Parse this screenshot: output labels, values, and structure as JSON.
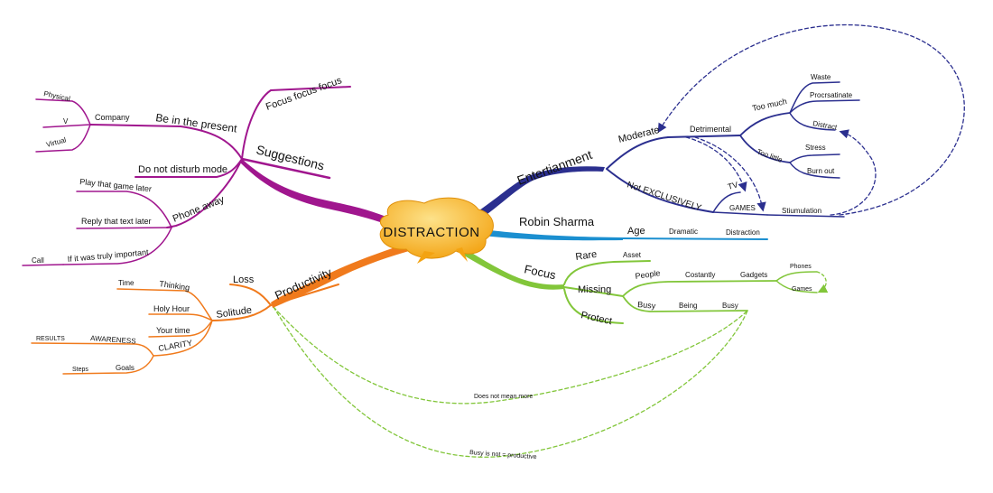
{
  "colors": {
    "suggestions": "#a0168e",
    "entertainment": "#2b2f8f",
    "robin": "#1b8fd0",
    "focus": "#82c63a",
    "productivity": "#f07a1c",
    "central_fill": "#f5a91d",
    "central_highlight": "#fcd36b"
  },
  "central": {
    "label": "DISTRACTION"
  },
  "suggestions": {
    "label": "Suggestions",
    "focus_focus": "Focus focus focus",
    "present": "Be in the present",
    "company": "Company",
    "physical": "Physical",
    "v": "V",
    "virtual": "Virtual",
    "dnd": "Do not disturb mode",
    "phone_away": "Phone away",
    "play_later": "Play that game later",
    "reply_later": "Reply that text later",
    "if_important": "If it was truly important",
    "call": "Call"
  },
  "entertainment": {
    "label": "Entertianment",
    "moderate": "Moderate",
    "detrimental": "Detrimental",
    "too_much": "Too much",
    "waste": "Waste",
    "procrastinate": "Procrsatinate",
    "distract": "Distract",
    "too_little": "Too little",
    "stress": "Stress",
    "burn_out": "Burn out",
    "not_exclusively": "Not EXCLUSIVELY",
    "tv": "TV",
    "games": "GAMES",
    "stimulation": "Stiumulation"
  },
  "robin": {
    "label": "Robin Sharma",
    "age": "Age",
    "dramatic": "Dramatic",
    "distraction": "Distraction"
  },
  "focus": {
    "label": "Focus",
    "rare": "Rare",
    "asset": "Asset",
    "missing": "Missing",
    "people": "People",
    "costantly": "Costantly",
    "gadgets": "Gadgets",
    "phones": "Phones",
    "games": "Games",
    "busy": "Busy",
    "being": "Being",
    "busy2": "Busy",
    "protect": "Protect"
  },
  "productivity": {
    "label": "Productivity",
    "loss": "Loss",
    "solitude": "Solitude",
    "thinking": "Thinking",
    "time": "Time",
    "holy_hour": "Holy Hour",
    "your_time": "Your time",
    "clarity": "CLARITY",
    "awareness": "AWARENESS",
    "results": "RESULTS",
    "goals": "Goals",
    "steps": "Steps"
  },
  "cross_links": {
    "does_not_mean_more": "Does not mean more",
    "busy_not_productive": "Busy is not = productive"
  }
}
